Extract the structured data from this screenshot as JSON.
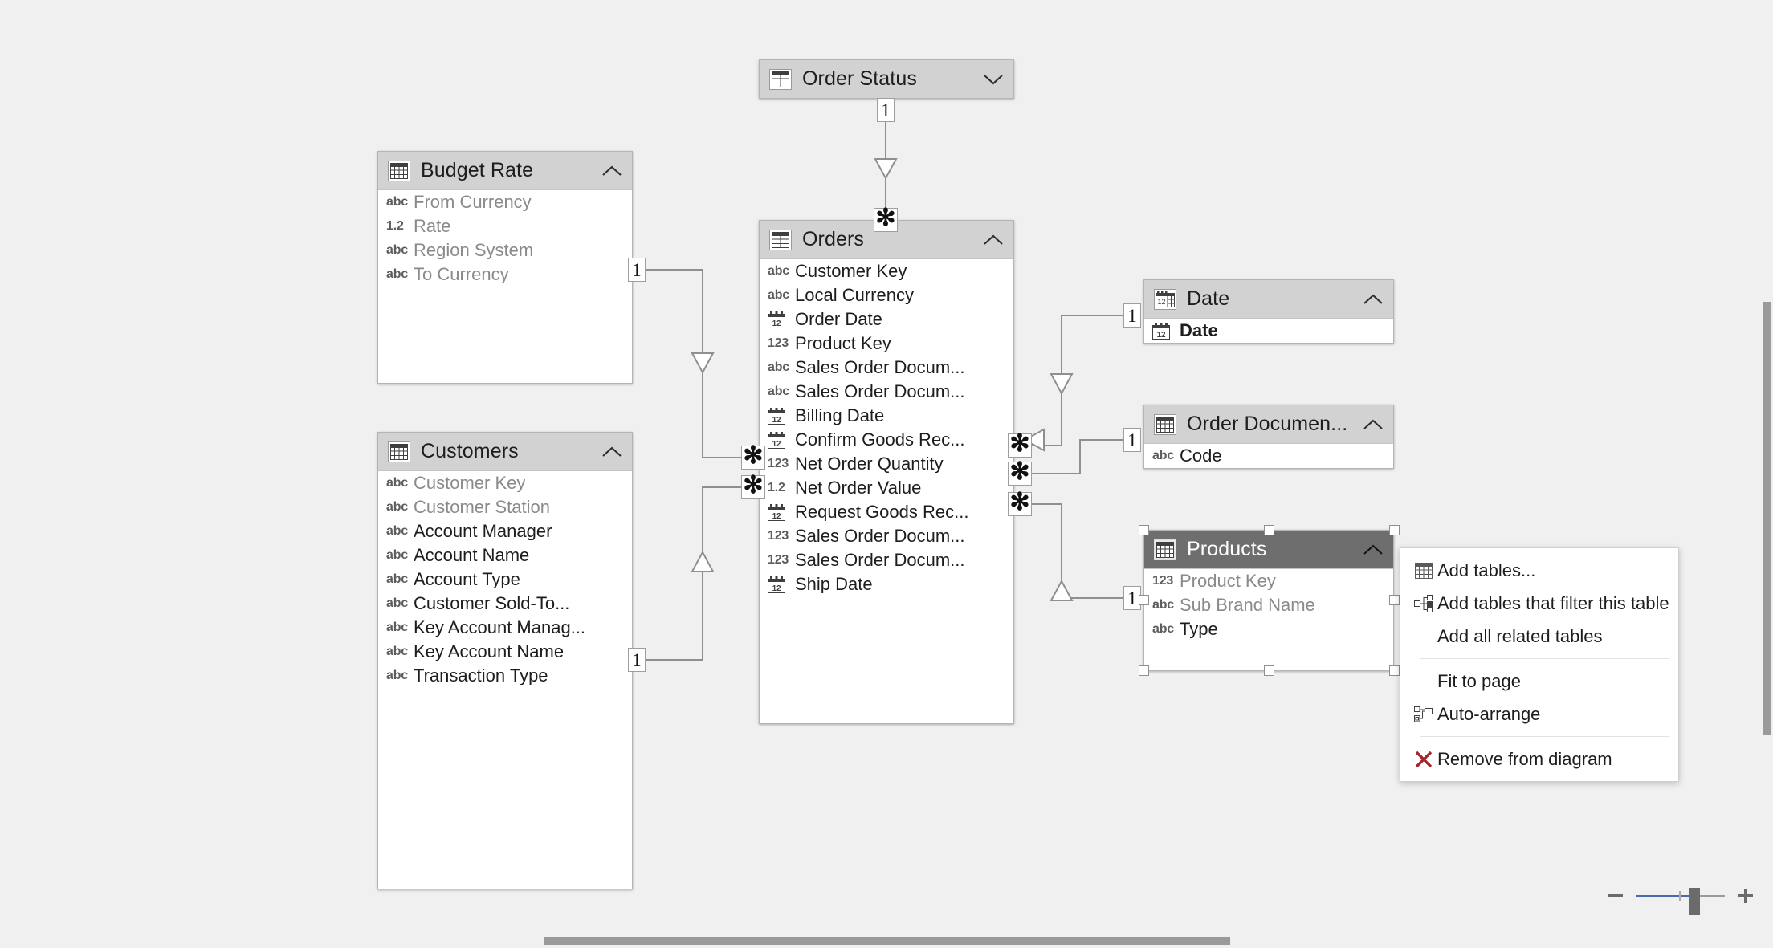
{
  "app": {
    "view": "Model diagram",
    "canvas_background": "#f0f0f0",
    "header_color": "#d2d2d2",
    "selected_header_color": "#6e6e6e",
    "accent_color": "#4a69a8"
  },
  "tables": [
    {
      "id": "order-status",
      "name": "Order Status",
      "icon": "table-icon",
      "collapsed": true,
      "selected": false,
      "chevron": "chevron-down-icon",
      "fields": []
    },
    {
      "id": "budget-rate",
      "name": "Budget Rate",
      "icon": "table-icon",
      "collapsed": false,
      "selected": false,
      "chevron": "chevron-up-icon",
      "fields": [
        {
          "type": "abc",
          "name": "From Currency",
          "dim": true
        },
        {
          "type": "1.2",
          "name": "Rate",
          "dim": true
        },
        {
          "type": "abc",
          "name": "Region System",
          "dim": true
        },
        {
          "type": "abc",
          "name": "To Currency",
          "dim": true
        }
      ]
    },
    {
      "id": "customers",
      "name": "Customers",
      "icon": "table-icon",
      "collapsed": false,
      "selected": false,
      "chevron": "chevron-up-icon",
      "fields": [
        {
          "type": "abc",
          "name": "Customer Key",
          "dim": true
        },
        {
          "type": "abc",
          "name": "Customer Station",
          "dim": true
        },
        {
          "type": "abc",
          "name": "Account Manager",
          "dim": false
        },
        {
          "type": "abc",
          "name": "Account Name",
          "dim": false
        },
        {
          "type": "abc",
          "name": "Account Type",
          "dim": false
        },
        {
          "type": "abc",
          "name": "Customer Sold-To...",
          "dim": false
        },
        {
          "type": "abc",
          "name": "Key Account Manag...",
          "dim": false
        },
        {
          "type": "abc",
          "name": "Key Account Name",
          "dim": false
        },
        {
          "type": "abc",
          "name": "Transaction Type",
          "dim": false
        }
      ]
    },
    {
      "id": "orders",
      "name": "Orders",
      "icon": "table-icon",
      "collapsed": false,
      "selected": false,
      "chevron": "chevron-up-icon",
      "fields": [
        {
          "type": "abc",
          "name": "Customer Key",
          "dim": false
        },
        {
          "type": "abc",
          "name": "Local Currency",
          "dim": false
        },
        {
          "type": "date",
          "name": "Order Date",
          "dim": false
        },
        {
          "type": "123",
          "name": "Product Key",
          "dim": false
        },
        {
          "type": "abc",
          "name": "Sales Order Docum...",
          "dim": false
        },
        {
          "type": "abc",
          "name": "Sales Order Docum...",
          "dim": false
        },
        {
          "type": "date",
          "name": "Billing Date",
          "dim": false
        },
        {
          "type": "date",
          "name": "Confirm Goods Rec...",
          "dim": false
        },
        {
          "type": "123",
          "name": "Net Order Quantity",
          "dim": false
        },
        {
          "type": "1.2",
          "name": "Net Order Value",
          "dim": false
        },
        {
          "type": "date",
          "name": "Request Goods Rec...",
          "dim": false
        },
        {
          "type": "123",
          "name": "Sales Order Docum...",
          "dim": false
        },
        {
          "type": "123",
          "name": "Sales Order Docum...",
          "dim": false
        },
        {
          "type": "date",
          "name": "Ship Date",
          "dim": false
        }
      ]
    },
    {
      "id": "date",
      "name": "Date",
      "icon": "date-table-icon",
      "collapsed": false,
      "selected": false,
      "chevron": "chevron-up-icon",
      "fields": [
        {
          "type": "date",
          "name": "Date",
          "dim": false,
          "bold": true
        }
      ]
    },
    {
      "id": "order-document",
      "name": "Order Documen...",
      "icon": "table-icon",
      "collapsed": false,
      "selected": false,
      "chevron": "chevron-up-icon",
      "fields": [
        {
          "type": "abc",
          "name": "Code",
          "dim": false
        }
      ]
    },
    {
      "id": "products",
      "name": "Products",
      "icon": "table-icon",
      "collapsed": false,
      "selected": true,
      "chevron": "chevron-up-icon",
      "fields": [
        {
          "type": "123",
          "name": "Product Key",
          "dim": true
        },
        {
          "type": "abc",
          "name": "Sub Brand Name",
          "dim": true
        },
        {
          "type": "abc",
          "name": "Type",
          "dim": false
        }
      ]
    }
  ],
  "relationships": [
    {
      "from": "Order Status",
      "to": "Orders",
      "from_card": "1",
      "to_card": "*",
      "direction": "down"
    },
    {
      "from": "Budget Rate",
      "to": "Orders",
      "from_card": "1",
      "to_card": "*",
      "direction": "down"
    },
    {
      "from": "Customers",
      "to": "Orders",
      "from_card": "1",
      "to_card": "*",
      "direction": "up"
    },
    {
      "from": "Date",
      "to": "Orders",
      "from_card": "1",
      "to_card": "*",
      "direction": "down"
    },
    {
      "from": "Order Document",
      "to": "Orders",
      "from_card": "1",
      "to_card": "*",
      "direction": "left"
    },
    {
      "from": "Products",
      "to": "Orders",
      "from_card": "1",
      "to_card": "*",
      "direction": "up"
    }
  ],
  "cardinality_labels": {
    "one": "1",
    "many": "✻"
  },
  "context_menu": {
    "items": [
      {
        "label": "Add tables...",
        "icon": "table-icon",
        "name": "add-tables"
      },
      {
        "label": "Add tables that filter this table",
        "icon": "filter-tables-icon",
        "name": "add-filter-tables"
      },
      {
        "label": "Add all related tables",
        "icon": "",
        "name": "add-related-tables"
      },
      {
        "separator": true
      },
      {
        "label": "Fit to page",
        "icon": "",
        "name": "fit-to-page"
      },
      {
        "label": "Auto-arrange",
        "icon": "auto-arrange-icon",
        "name": "auto-arrange"
      },
      {
        "separator": true
      },
      {
        "label": "Remove from diagram",
        "icon": "remove-x-icon",
        "name": "remove-from-diagram"
      }
    ],
    "remove_icon_color": "#a4262c"
  },
  "zoom_control": {
    "minus_label": "−",
    "plus_label": "+",
    "minus_icon": "zoom-out-icon",
    "plus_icon": "zoom-in-icon",
    "track_icon": "zoom-slider"
  }
}
